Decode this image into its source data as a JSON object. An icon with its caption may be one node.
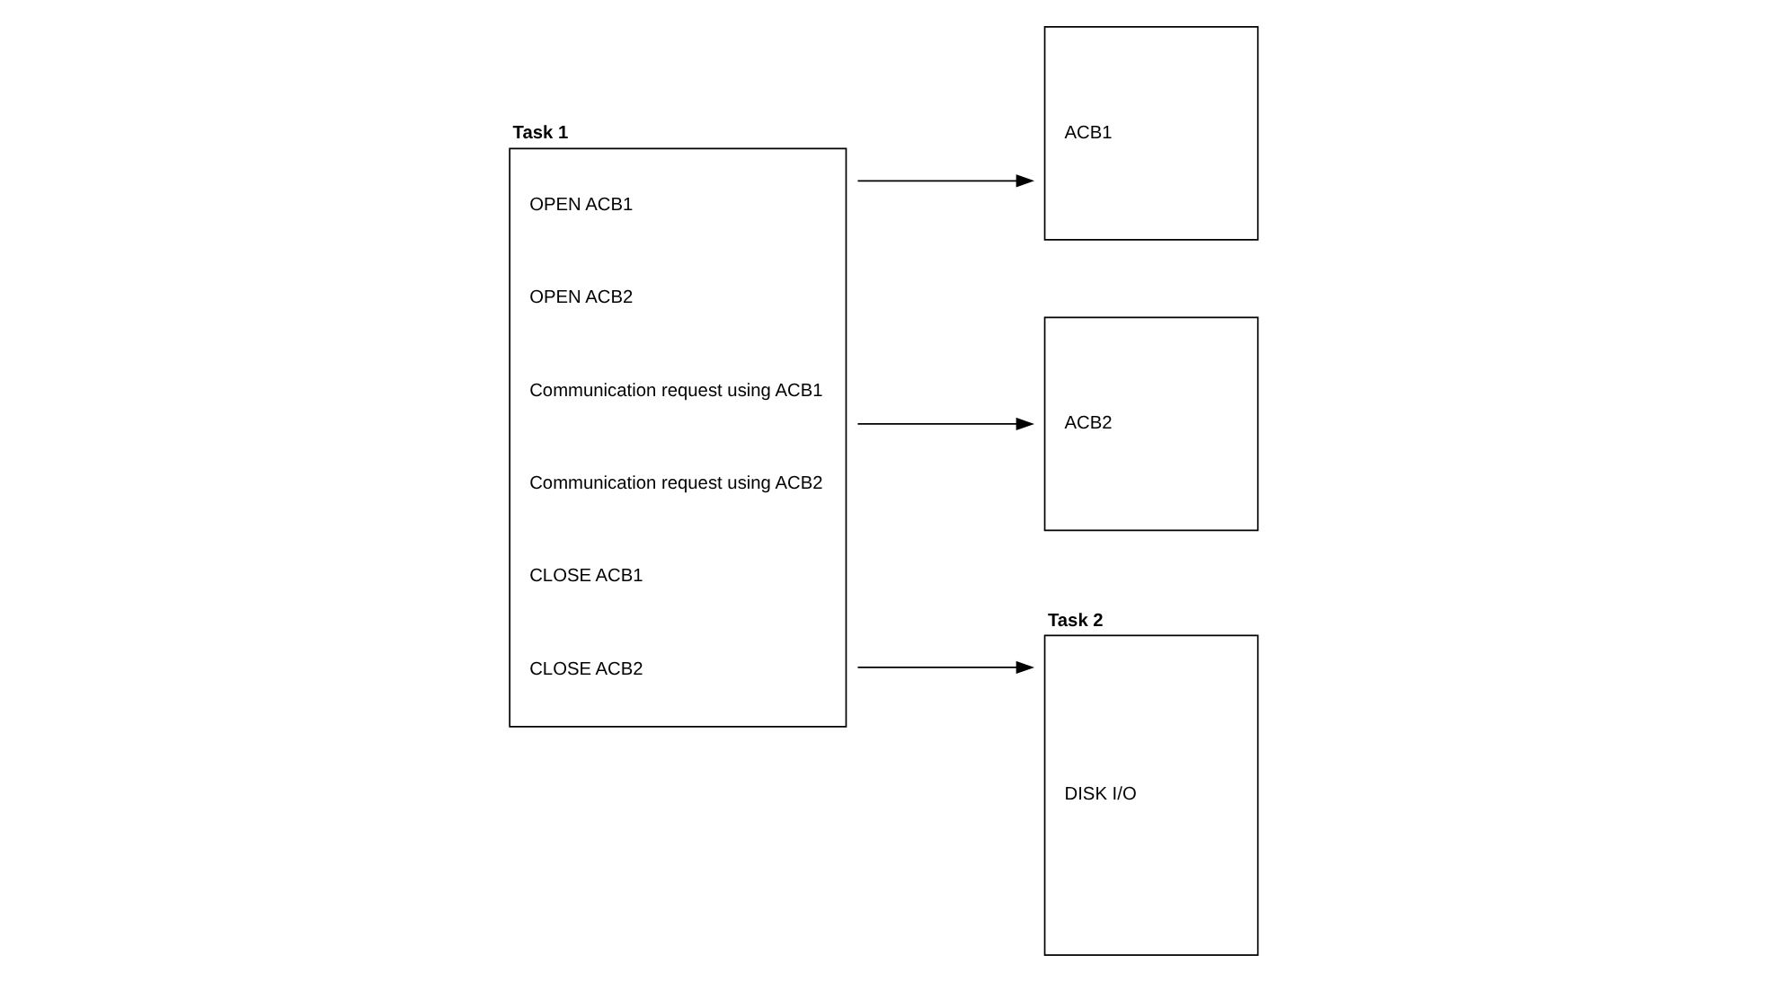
{
  "diagram": {
    "nodes": [
      {
        "text": [
          "Task 1",
          "OPEN ACB1",
          "OPEN ACB2",
          "Communication request using ACB1",
          "Communication request using ACB2",
          "CLOSE ACB1",
          "CLOSE ACB2"
        ]
      },
      {
        "text": [
          "ACB1"
        ]
      },
      {
        "text": [
          "ACB2"
        ]
      },
      {
        "text": [
          "Task 2",
          "DISK I/O"
        ]
      }
    ],
    "edges": [
      {
        "from": 0,
        "to": 1,
        "arrow": "to"
      },
      {
        "from": 0,
        "to": 2,
        "arrow": "to"
      },
      {
        "from": 0,
        "to": 3,
        "arrow": "to"
      }
    ]
  }
}
